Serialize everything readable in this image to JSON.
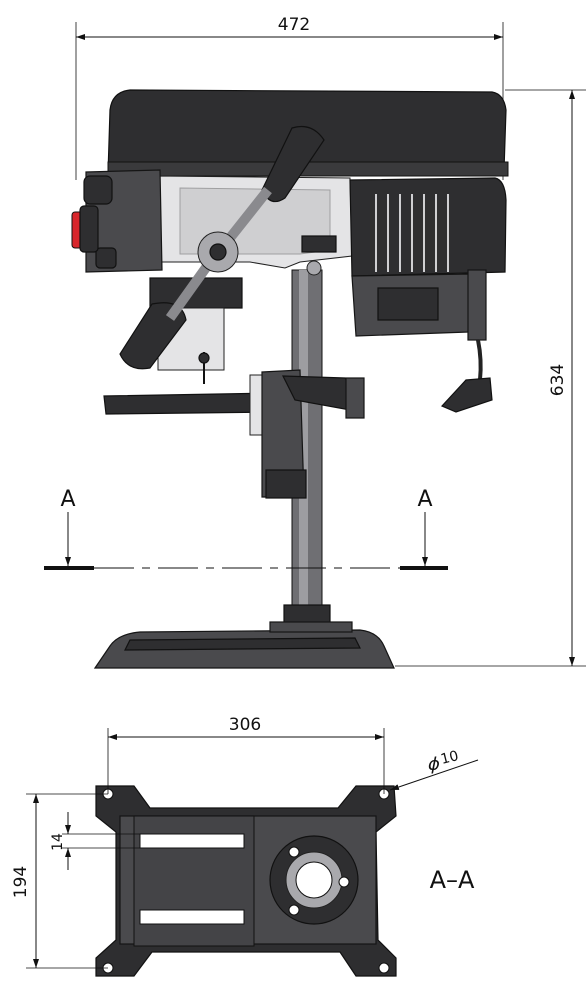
{
  "dimensions": {
    "width_top": "472",
    "height_side": "634",
    "base_width": "306",
    "base_depth": "194",
    "slot_width": "14",
    "hole_diameter": "10"
  },
  "section": {
    "marker": "A",
    "label": "A–A"
  },
  "colors": {
    "machine_body": "#4a4a4d",
    "machine_dark": "#2e2e30",
    "machine_light": "#e4e4e6",
    "emergency_stop": "#d8262c",
    "lines": "#111111"
  }
}
